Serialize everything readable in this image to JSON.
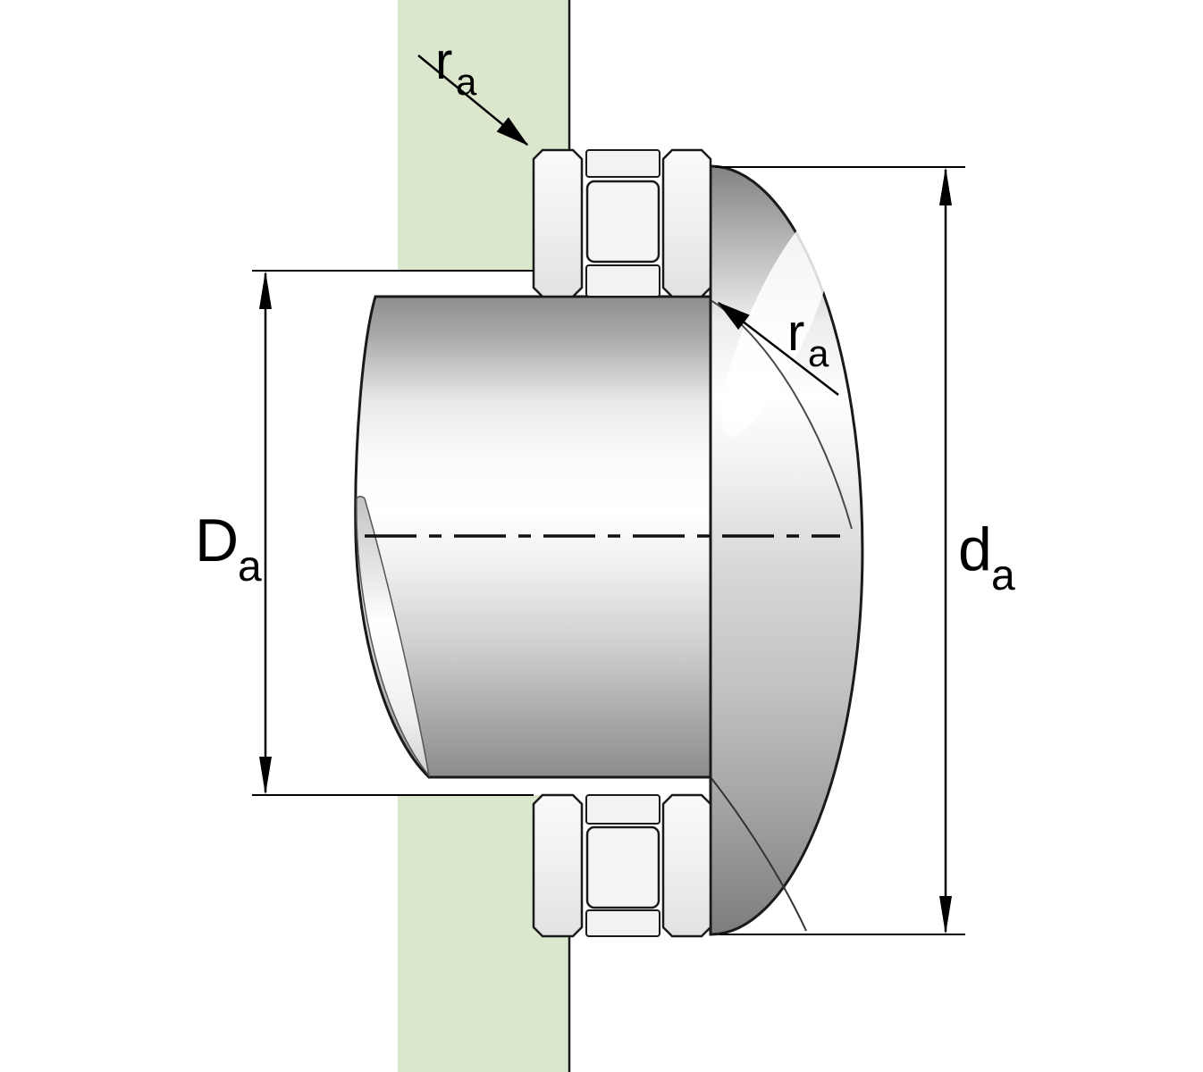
{
  "diagram": {
    "name": "thrust-bearing-abutment-dimension-drawing",
    "labels": {
      "Da": {
        "base": "D",
        "sub": "a"
      },
      "da": {
        "base": "d",
        "sub": "a"
      },
      "ra_top": {
        "base": "r",
        "sub": "a"
      },
      "ra_mid": {
        "base": "r",
        "sub": "a"
      }
    },
    "colors": {
      "background": "#ffffff",
      "housing_green": "#dbe7cd",
      "outline_black": "#1a1a1a",
      "washer_fill": "#f0f0f0",
      "rail_fill": "#f2f2f2",
      "roller_fill": "#f5f5f5",
      "shaft_mid_gray": "#9a9a9a",
      "dimension_line": "#000000"
    }
  }
}
